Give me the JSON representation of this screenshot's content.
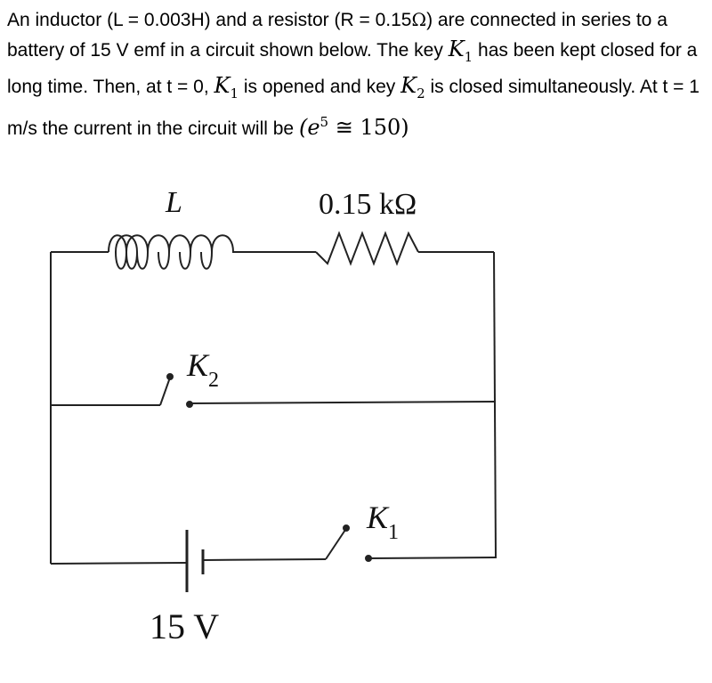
{
  "question": {
    "p1": "An inductor (L = 0.003H) and a resistor (R = 0.15",
    "omega": "Ω",
    "p2": ") are connected in series to a battery of 15 V emf in a circuit shown below. The key ",
    "k": "K",
    "sub1": "1",
    "sub2": "2",
    "p3": " has been kept closed for a long time. Then, at t = 0, ",
    "p4": " is opened and key ",
    "p5": " is closed simultaneously. At t = 1 m/s the current in the circuit will be ",
    "approx": "(e",
    "sup5": "5",
    "approx2": " ≅ 150)"
  },
  "diagram": {
    "inductor_label": "L",
    "resistor_label": "0.15 kΩ",
    "k2_label": "K",
    "k2_sub": "2",
    "k1_label": "K",
    "k1_sub": "1",
    "battery_label": "15 V"
  }
}
